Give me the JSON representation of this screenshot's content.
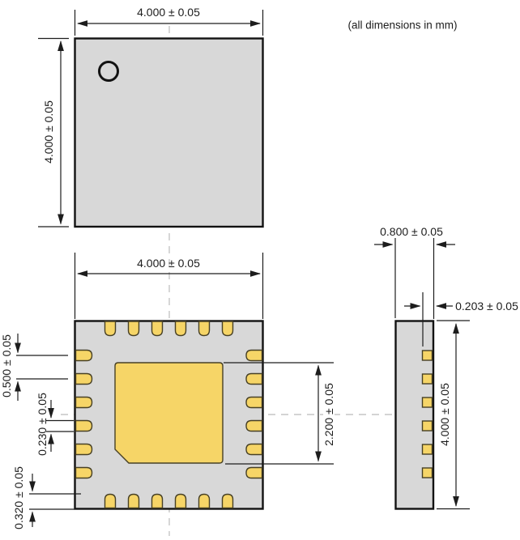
{
  "note": "(all dimensions in mm)",
  "views": {
    "top": {
      "width_dim": "4.000 ± 0.05",
      "height_dim": "4.000 ± 0.05"
    },
    "bottom": {
      "width_dim": "4.000 ± 0.05",
      "pad_pitch_dim": "0.500 ± 0.05",
      "pad_width_dim": "0.230 ± 0.05",
      "pad_length_dim": "0.320 ± 0.05",
      "center_pad_dim": "2.200 ± 0.05"
    },
    "side": {
      "width_dim": "0.800 ± 0.05",
      "pad_depth_dim": "0.203 ± 0.05",
      "height_dim": "4.000 ± 0.05"
    }
  },
  "package": {
    "pads_per_side": 6,
    "total_pads": 24,
    "has_center_pad": true,
    "pin1_marker": "circle"
  },
  "colors": {
    "body": "#d8d8d8",
    "pad": "#f6d567",
    "pad_outline": "#474025",
    "outline": "#121212",
    "centerline": "#c6c6c6",
    "dimension": "#1d1d1d"
  }
}
